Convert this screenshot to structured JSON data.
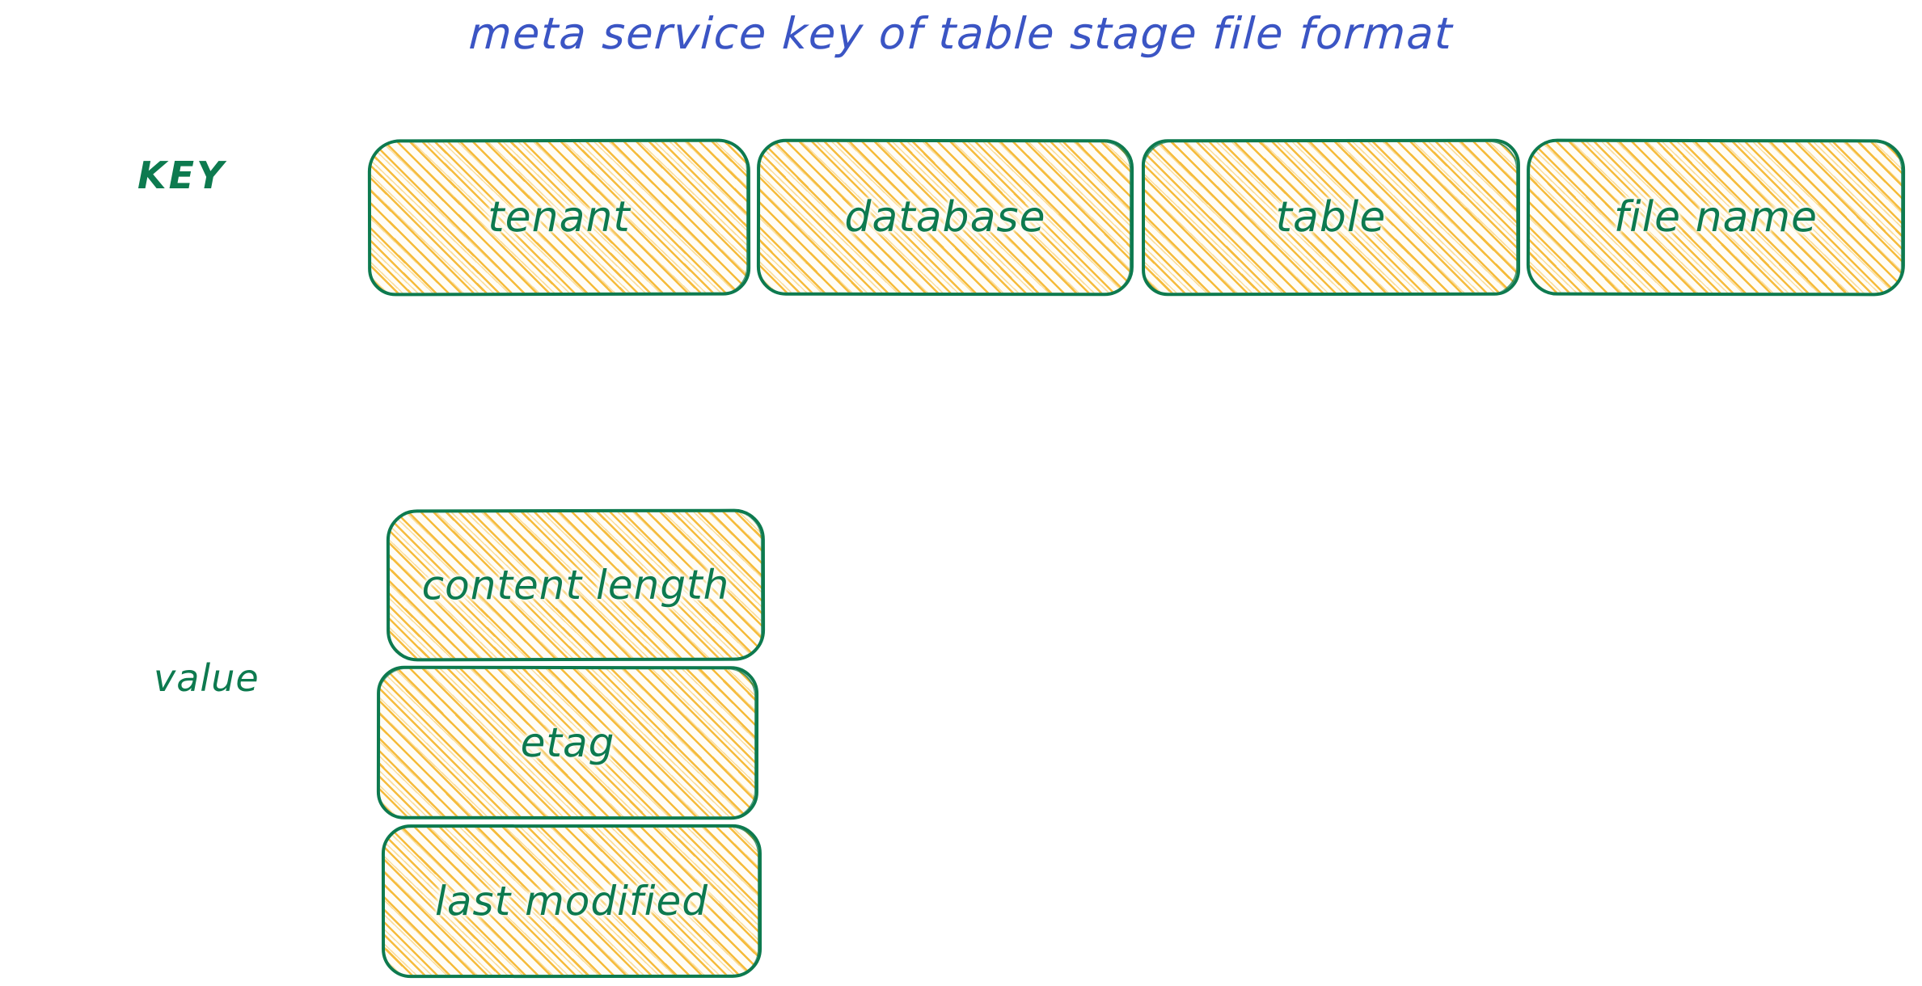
{
  "title": "meta service key of table stage file format",
  "colors": {
    "title_blue": "#3b55c4",
    "stroke_green": "#0d7a4f",
    "hatch_amber": "#f5b933",
    "paper_white": "#ffffff"
  },
  "key_row": {
    "label": "KEY",
    "boxes": [
      {
        "label": "tenant"
      },
      {
        "label": "database"
      },
      {
        "label": "table"
      },
      {
        "label": "file name"
      }
    ]
  },
  "value_row": {
    "label": "value",
    "boxes": [
      {
        "label": "content length"
      },
      {
        "label": "etag"
      },
      {
        "label": "last modified"
      }
    ]
  }
}
